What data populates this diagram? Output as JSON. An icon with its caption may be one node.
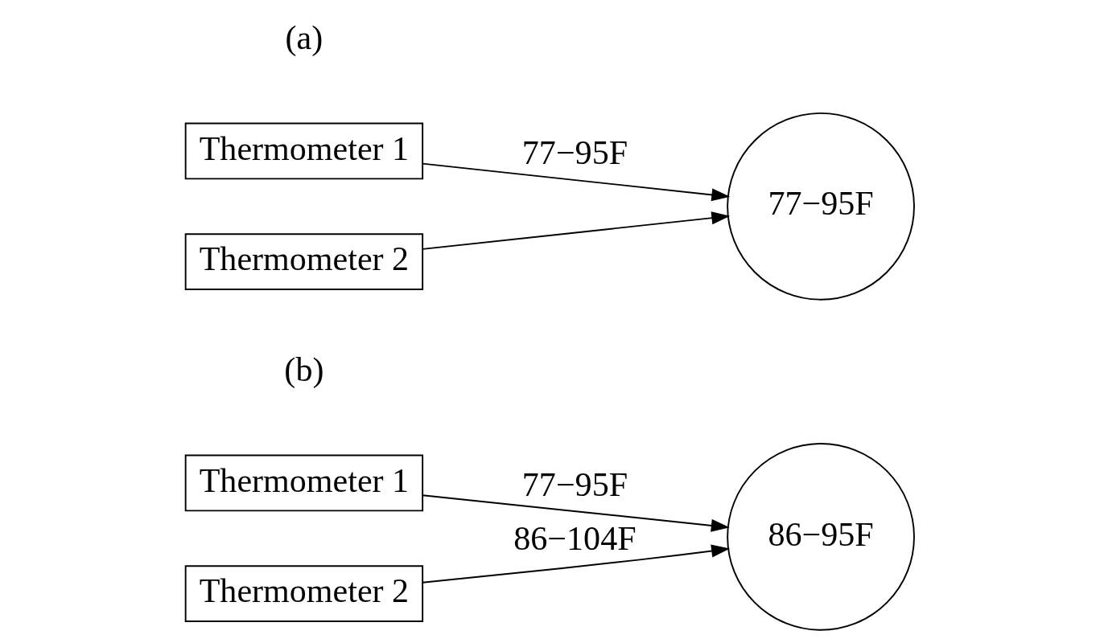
{
  "diagram": {
    "nodes": [
      {
        "text": [
          "Thermometer 1"
        ]
      },
      {
        "text": [
          "Thermometer 2"
        ]
      },
      {
        "text": [
          "77−95F"
        ]
      },
      {
        "text": [
          "Thermometer 1"
        ]
      },
      {
        "text": [
          "Thermometer 2"
        ]
      },
      {
        "text": [
          "86−95F"
        ]
      }
    ],
    "edges": [
      {
        "from": 0,
        "to": 2,
        "arrow": "to",
        "label": "77−95F"
      },
      {
        "from": 1,
        "to": 2,
        "arrow": "to"
      },
      {
        "from": 3,
        "to": 5,
        "arrow": "to",
        "label": "77−95F"
      },
      {
        "from": 4,
        "to": 5,
        "arrow": "to",
        "label": "86−104F"
      }
    ],
    "labels": [
      "(a)",
      "(b)"
    ]
  }
}
